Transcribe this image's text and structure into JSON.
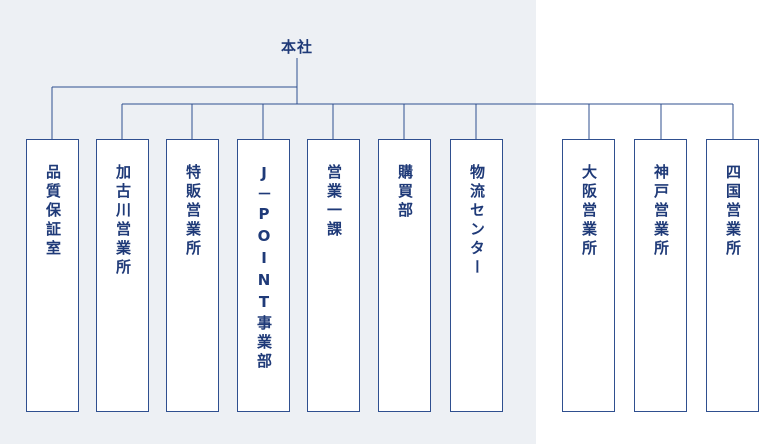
{
  "org_chart": {
    "root": "本社",
    "departments": [
      {
        "label": "品質保証室"
      },
      {
        "label": "加古川営業所"
      },
      {
        "label": "特販営業所"
      },
      {
        "label": "J－POINT事業部"
      },
      {
        "label": "営業一課"
      },
      {
        "label": "購買部"
      },
      {
        "label": "物流センター"
      },
      {
        "label": "大阪営業所"
      },
      {
        "label": "神戸営業所"
      },
      {
        "label": "四国営業所"
      }
    ]
  },
  "colors": {
    "line": "#2f4f8f",
    "text": "#1f3a78",
    "panel_background": "#edf0f4",
    "box_background": "#ffffff"
  }
}
